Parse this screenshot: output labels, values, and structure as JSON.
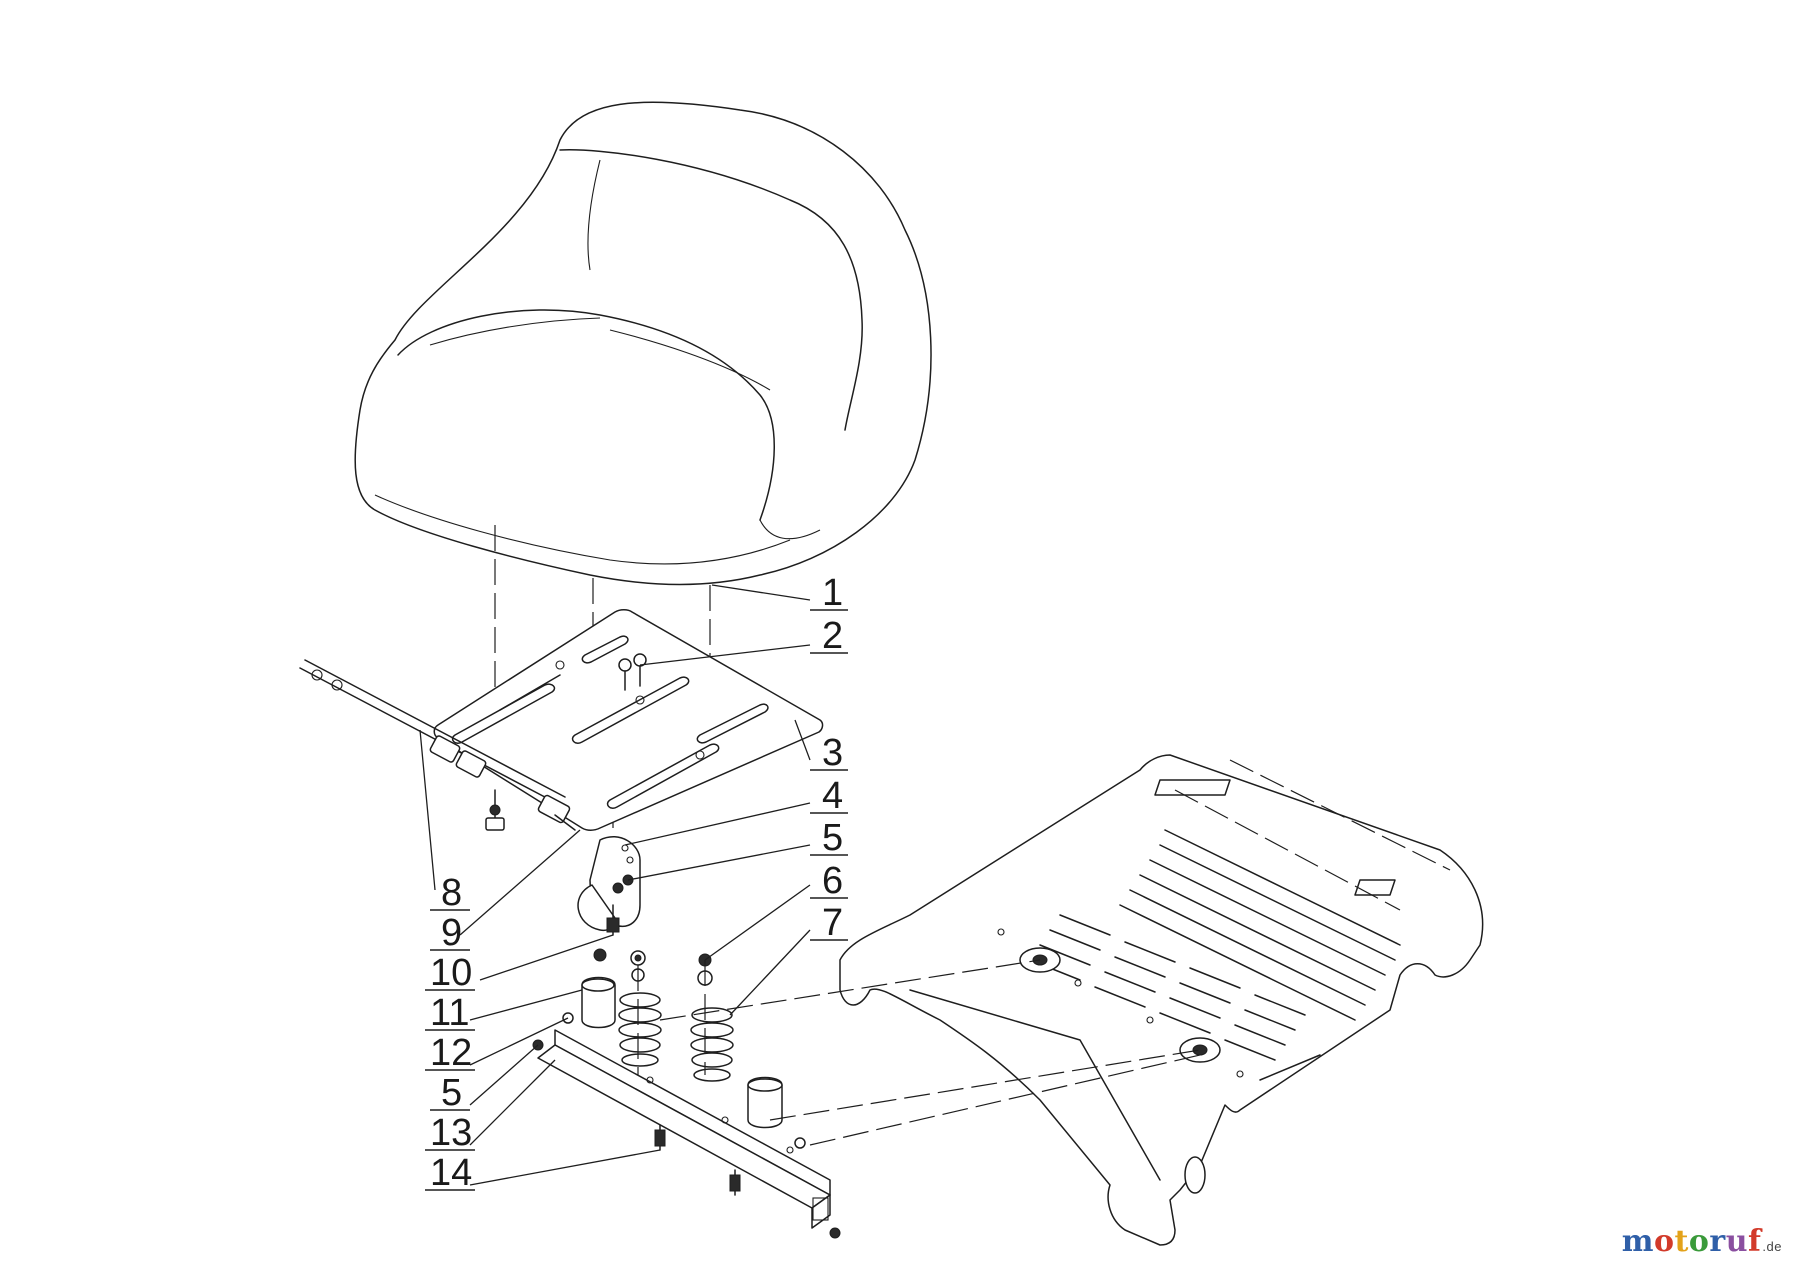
{
  "labels": [
    "1",
    "2",
    "3",
    "4",
    "5",
    "6",
    "7",
    "8",
    "9",
    "10",
    "11",
    "12",
    "5",
    "13",
    "14"
  ],
  "watermark": {
    "letters": [
      "m",
      "o",
      "t",
      "o",
      "r",
      "u",
      "f"
    ],
    "letter_colors": [
      "#2f5fa8",
      "#d23a2a",
      "#e3a21a",
      "#3a9a3a",
      "#2f5fa8",
      "#8a4fa0",
      "#d23a2a"
    ],
    "tld": ".de"
  },
  "colors": {
    "line": "#1e1e1e",
    "label": "#1a1a1a",
    "background": "#ffffff"
  }
}
